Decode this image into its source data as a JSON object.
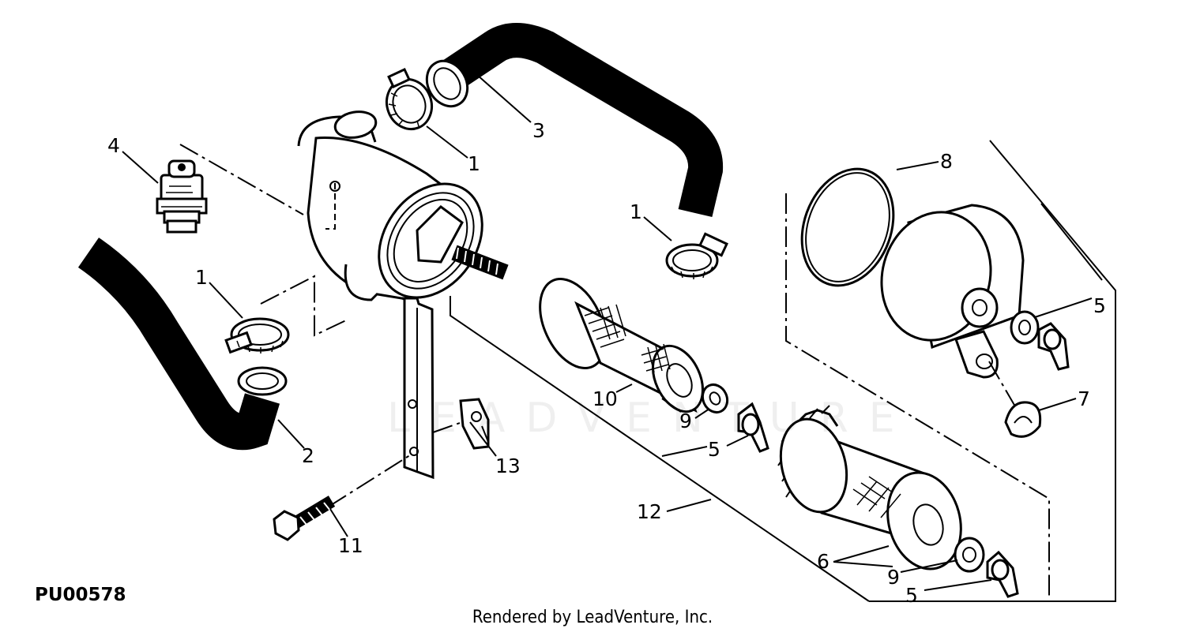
{
  "diagram": {
    "code": "PU00578",
    "footer": "Rendered by LeadVenture, Inc.",
    "watermark": "LEADVENTURE",
    "callouts": {
      "c1a": "1",
      "c1b": "1",
      "c1c": "1",
      "c2": "2",
      "c3": "3",
      "c4": "4",
      "c5a": "5",
      "c5b": "5",
      "c5c": "5",
      "c6": "6",
      "c7": "7",
      "c8": "8",
      "c9a": "9",
      "c9b": "9",
      "c10": "10",
      "c11": "11",
      "c12": "12",
      "c13": "13"
    }
  }
}
